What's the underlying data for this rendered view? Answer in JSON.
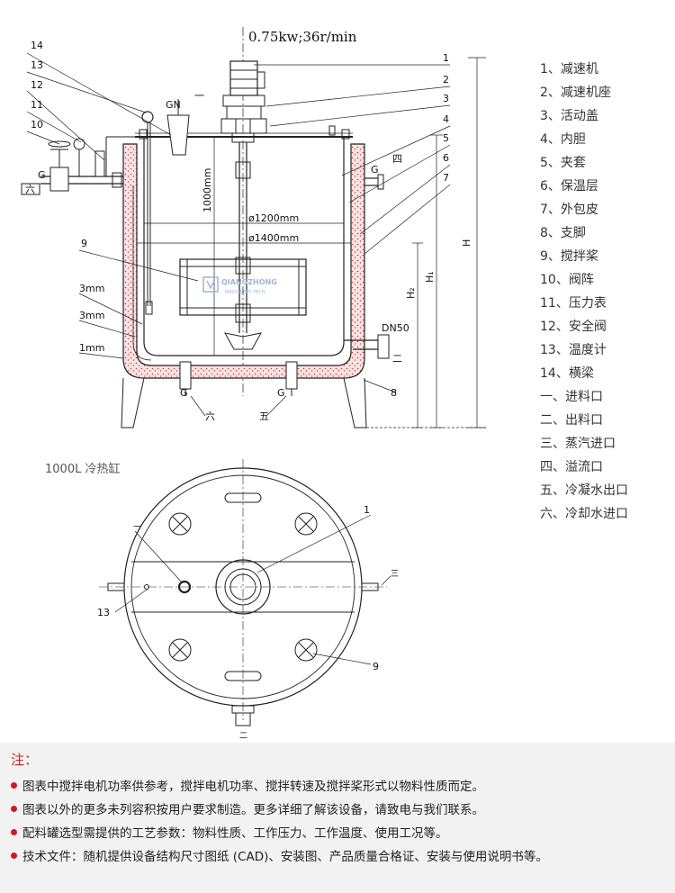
{
  "motor_spec": "0.75kw;36r/min",
  "caption": "1000L 冷热缸",
  "legend": [
    "1、减速机",
    "2、减速机座",
    "3、活动盖",
    "4、内胆",
    "5、夹套",
    "6、保温层",
    "7、外包皮",
    "8、支脚",
    "9、搅拌桨",
    "10、阀阵",
    "11、压力表",
    "12、安全阀",
    "13、温度计",
    "14、横梁",
    "一、进料口",
    "二、出料口",
    "三、蒸汽进口",
    "四、溢流口",
    "五、冷凝水出口",
    "六、冷却水进口"
  ],
  "callouts_left": [
    "14",
    "13",
    "12",
    "11",
    "10"
  ],
  "callouts_right": [
    "1",
    "2",
    "3",
    "4",
    "5",
    "6",
    "7",
    "8"
  ],
  "thickness_labels": [
    "3mm",
    "3mm",
    "1mm"
  ],
  "dim_height": "1000mm",
  "dim_inner_diameter": "ø1200mm",
  "dim_outer_diameter": "ø1400mm",
  "dim_H": "H",
  "dim_H1": "H₁",
  "dim_H2": "H₂",
  "label_GN": "GN",
  "label_G": "G",
  "label_DN50": "DN50",
  "label_9": "9",
  "port_labels": {
    "p1": "一",
    "p2": "二",
    "p3": "三",
    "p4": "四",
    "p5": "五",
    "p6": "六"
  },
  "logo_text": {
    "line1": "QIANGZHONG",
    "line2": "MACHINERY TECH"
  },
  "plan_callouts": {
    "c1": "1",
    "c13": "13",
    "c9": "9"
  },
  "colors": {
    "accent": "#d11b1b",
    "insulation": "#d33a3a",
    "line": "#222222",
    "watermark": "#9bb7d6"
  },
  "notes": {
    "title": "注：",
    "items": [
      "图表中搅拌电机功率供参考，搅拌电机功率、搅拌转速及搅拌桨形式以物料性质而定。",
      "图表以外的更多未列容积按用户要求制造。更多详细了解该设备，请致电与我们联系。",
      "配料罐选型需提供的工艺参数：物料性质、工作压力、工作温度、使用工况等。",
      "技术文件：随机提供设备结构尺寸图纸 (CAD)、安装图、产品质量合格证、安装与使用说明书等。"
    ]
  }
}
